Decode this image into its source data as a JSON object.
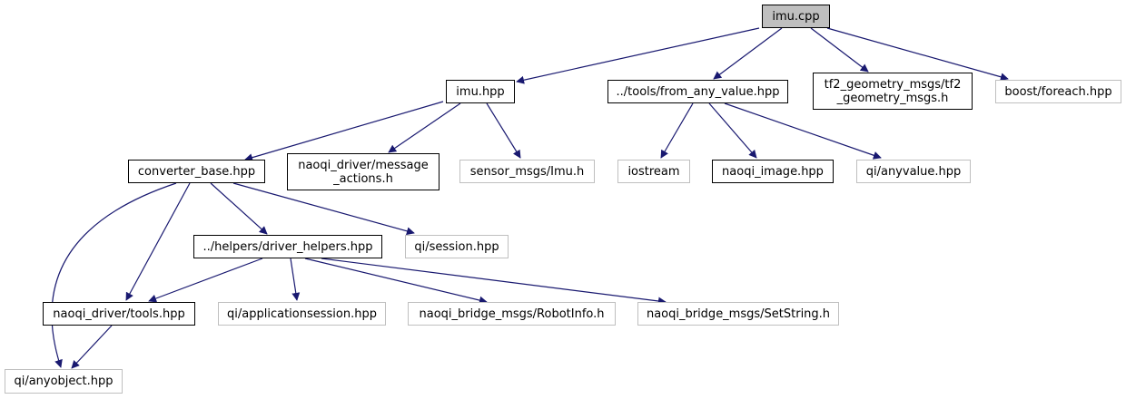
{
  "graph": {
    "edge_color": "#191970",
    "nodes": [
      {
        "id": "imu_cpp",
        "label": "imu.cpp",
        "kind": "root"
      },
      {
        "id": "imu_hpp",
        "label": "imu.hpp",
        "kind": "documented"
      },
      {
        "id": "from_any_value",
        "label": "../tools/from_any_value.hpp",
        "kind": "documented"
      },
      {
        "id": "tf2_geometry",
        "label": "tf2_geometry_msgs/tf2\n_geometry_msgs.h",
        "kind": "documented"
      },
      {
        "id": "boost_foreach",
        "label": "boost/foreach.hpp",
        "kind": "external"
      },
      {
        "id": "converter_base",
        "label": "converter_base.hpp",
        "kind": "documented"
      },
      {
        "id": "message_actions",
        "label": "naoqi_driver/message\n_actions.h",
        "kind": "documented"
      },
      {
        "id": "sensor_imu",
        "label": "sensor_msgs/Imu.h",
        "kind": "external"
      },
      {
        "id": "iostream",
        "label": "iostream",
        "kind": "external"
      },
      {
        "id": "naoqi_image",
        "label": "naoqi_image.hpp",
        "kind": "documented"
      },
      {
        "id": "qi_anyvalue",
        "label": "qi/anyvalue.hpp",
        "kind": "external"
      },
      {
        "id": "driver_helpers",
        "label": "../helpers/driver_helpers.hpp",
        "kind": "documented"
      },
      {
        "id": "qi_session",
        "label": "qi/session.hpp",
        "kind": "external"
      },
      {
        "id": "tools_hpp",
        "label": "naoqi_driver/tools.hpp",
        "kind": "documented"
      },
      {
        "id": "app_session",
        "label": "qi/applicationsession.hpp",
        "kind": "external"
      },
      {
        "id": "robot_info",
        "label": "naoqi_bridge_msgs/RobotInfo.h",
        "kind": "external"
      },
      {
        "id": "set_string",
        "label": "naoqi_bridge_msgs/SetString.h",
        "kind": "external"
      },
      {
        "id": "qi_anyobject",
        "label": "qi/anyobject.hpp",
        "kind": "external"
      }
    ],
    "edges": [
      [
        "imu_cpp",
        "imu_hpp"
      ],
      [
        "imu_cpp",
        "from_any_value"
      ],
      [
        "imu_cpp",
        "tf2_geometry"
      ],
      [
        "imu_cpp",
        "boost_foreach"
      ],
      [
        "imu_hpp",
        "converter_base"
      ],
      [
        "imu_hpp",
        "message_actions"
      ],
      [
        "imu_hpp",
        "sensor_imu"
      ],
      [
        "from_any_value",
        "iostream"
      ],
      [
        "from_any_value",
        "naoqi_image"
      ],
      [
        "from_any_value",
        "qi_anyvalue"
      ],
      [
        "converter_base",
        "driver_helpers"
      ],
      [
        "converter_base",
        "qi_session"
      ],
      [
        "converter_base",
        "tools_hpp"
      ],
      [
        "converter_base",
        "qi_anyobject"
      ],
      [
        "driver_helpers",
        "tools_hpp"
      ],
      [
        "driver_helpers",
        "app_session"
      ],
      [
        "driver_helpers",
        "robot_info"
      ],
      [
        "driver_helpers",
        "set_string"
      ],
      [
        "tools_hpp",
        "qi_anyobject"
      ]
    ]
  }
}
